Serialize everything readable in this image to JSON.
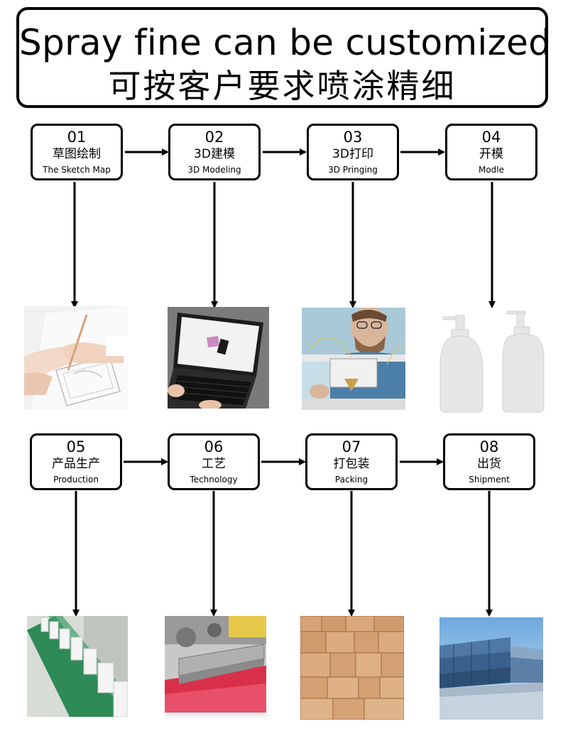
{
  "title": {
    "english": "Spray fine can be customized",
    "chinese": "可按客户要求喷涂精细"
  },
  "steps": [
    {
      "number": "01",
      "chinese": "草图绘制",
      "english": "The Sketch Map",
      "image_icon": "sketch-drawing-photo"
    },
    {
      "number": "02",
      "chinese": "3D建模",
      "english": "3D Modeling",
      "image_icon": "laptop-modeling-photo"
    },
    {
      "number": "03",
      "chinese": "3D打印",
      "english": "3D Pringing",
      "image_icon": "3d-printer-photo"
    },
    {
      "number": "04",
      "chinese": "开模",
      "english": "Modle",
      "image_icon": "pump-bottles-photo"
    },
    {
      "number": "05",
      "chinese": "产品生产",
      "english": "Production",
      "image_icon": "production-line-photo"
    },
    {
      "number": "06",
      "chinese": "工艺",
      "english": "Technology",
      "image_icon": "screen-printing-photo"
    },
    {
      "number": "07",
      "chinese": "打包装",
      "english": "Packing",
      "image_icon": "cardboard-boxes-photo"
    },
    {
      "number": "08",
      "chinese": "出货",
      "english": "Shipment",
      "image_icon": "shipping-containers-photo"
    }
  ],
  "colors": {
    "border": "#000000",
    "background": "#ffffff"
  }
}
